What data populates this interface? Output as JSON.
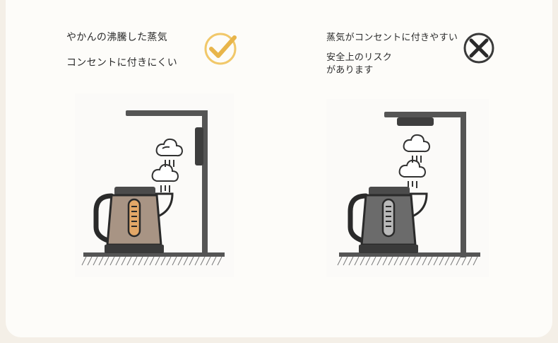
{
  "panels": [
    {
      "lines": [
        "やかんの沸騰した蒸気",
        "コンセントに付きにくい"
      ],
      "verdict_icon": "check-circle-icon",
      "kettle_color": "#a89484",
      "window_color": "#e3a767",
      "accent": "#f1c86a"
    },
    {
      "lines": [
        "蒸気がコンセントに付きやすい",
        "安全上のリスク",
        "があります"
      ],
      "verdict_icon": "x-circle-icon",
      "kettle_color": "#6b6b6b",
      "window_color": "#b9b9b9",
      "accent": "#2f2f2f"
    }
  ],
  "colors": {
    "structure": "#555555",
    "outline": "#2a2a2a",
    "steam_stroke": "#333333"
  }
}
